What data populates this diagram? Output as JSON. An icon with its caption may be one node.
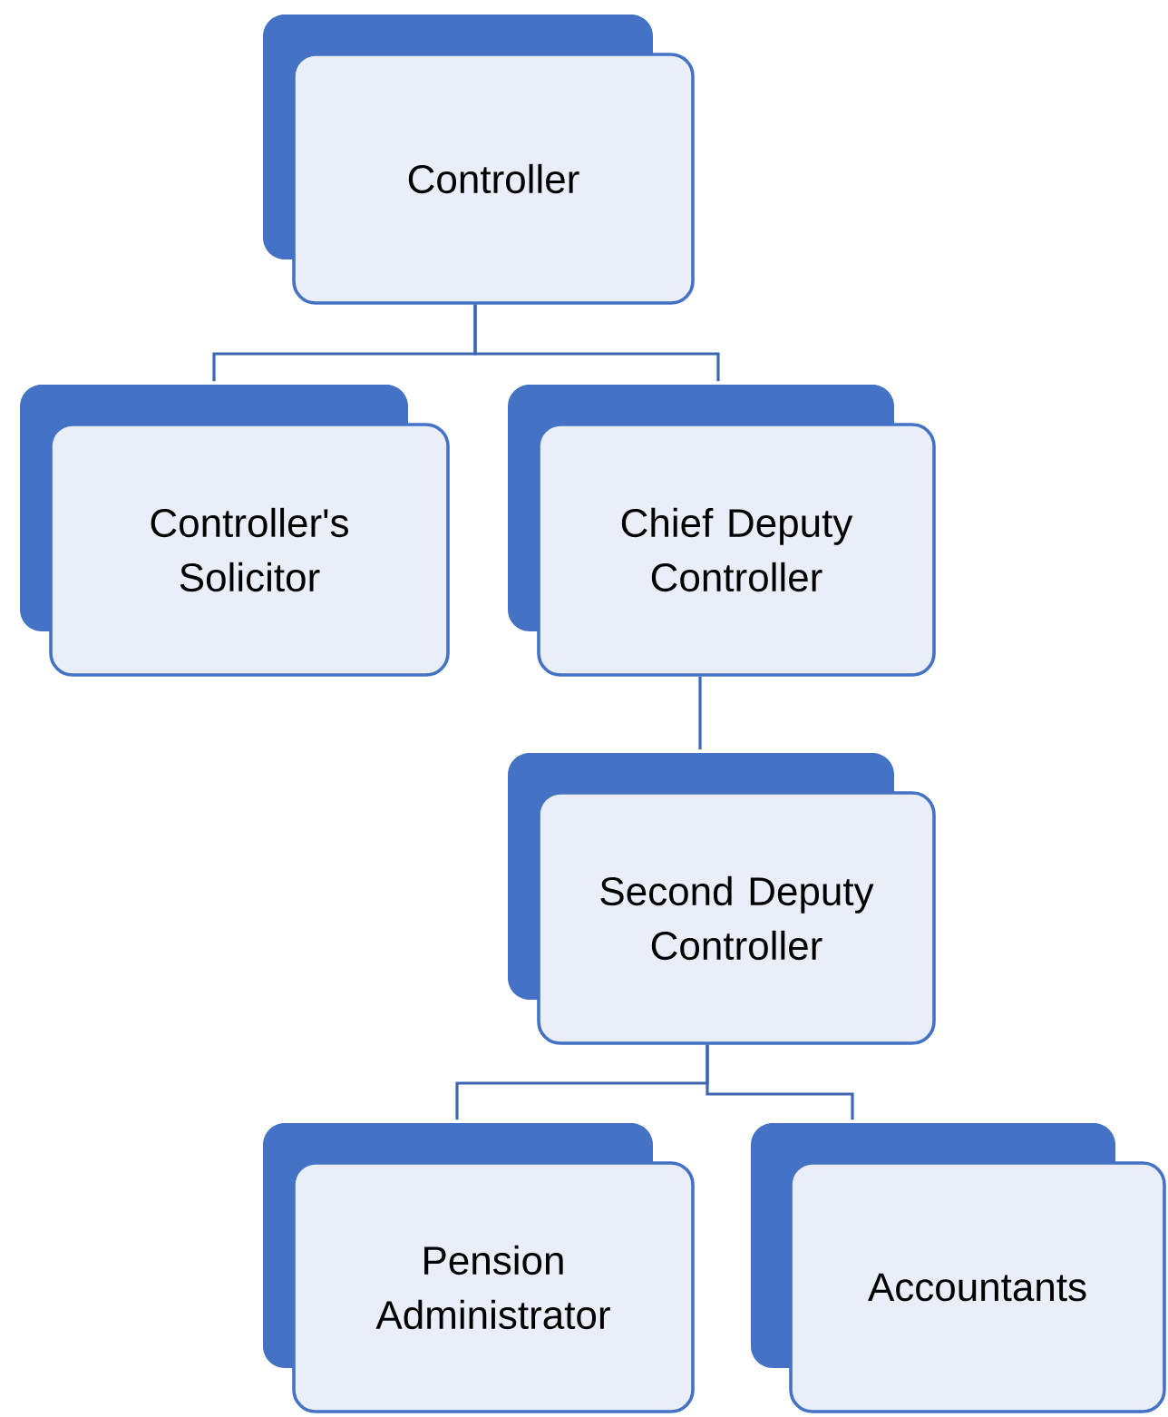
{
  "diagram": {
    "nodes": [
      {
        "text": [
          "Controller"
        ]
      },
      {
        "text": [
          "Controller's Solicitor"
        ]
      },
      {
        "text": [
          "Chief Deputy Controller"
        ]
      },
      {
        "text": [
          "Second Deputy Controller"
        ]
      },
      {
        "text": [
          "Pension Administrator"
        ]
      },
      {
        "text": [
          "Accountants"
        ]
      }
    ],
    "edges": [
      {
        "from": 0,
        "to": 1,
        "arrow": "none"
      },
      {
        "from": 0,
        "to": 2,
        "arrow": "none"
      },
      {
        "from": 2,
        "to": 3,
        "arrow": "none"
      },
      {
        "from": 3,
        "to": 4,
        "arrow": "none"
      },
      {
        "from": 3,
        "to": 5,
        "arrow": "none"
      }
    ]
  }
}
